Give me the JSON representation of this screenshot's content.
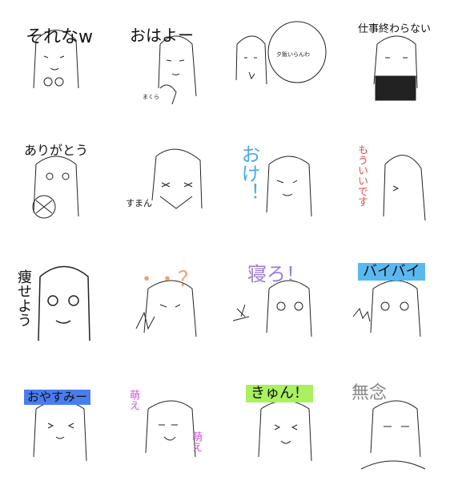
{
  "stickers": [
    {
      "id": "sorena-w",
      "caption": "それなw"
    },
    {
      "id": "ohayo",
      "caption": "おはよー",
      "note": "まくら"
    },
    {
      "id": "yuhan",
      "caption": "夕飯いらんわ"
    },
    {
      "id": "shigoto",
      "caption": "仕事終わらない"
    },
    {
      "id": "arigato",
      "caption": "ありがとう"
    },
    {
      "id": "suman",
      "caption": "すまん"
    },
    {
      "id": "oke",
      "caption": "おけ！",
      "color": "#4ea8e8"
    },
    {
      "id": "mouiidesu",
      "caption": "もういいです",
      "color": "#e84a4a"
    },
    {
      "id": "yaseyo",
      "caption": "痩せよう"
    },
    {
      "id": "hatena",
      "caption": "・・？",
      "color": "#f0a070"
    },
    {
      "id": "nero",
      "caption": "寝ろ！",
      "color": "#9a7ad8"
    },
    {
      "id": "baibai",
      "caption": "バイバイ",
      "bg": "#5ab8f0"
    },
    {
      "id": "oyasumi",
      "caption": "おやすみー",
      "bg": "#4a7df0"
    },
    {
      "id": "moe",
      "caption": "萌え",
      "color": "#d050d8"
    },
    {
      "id": "kyun",
      "caption": "きゅん！",
      "bg": "#aaf060"
    },
    {
      "id": "munen",
      "caption": "無念",
      "color": "#888888"
    }
  ]
}
